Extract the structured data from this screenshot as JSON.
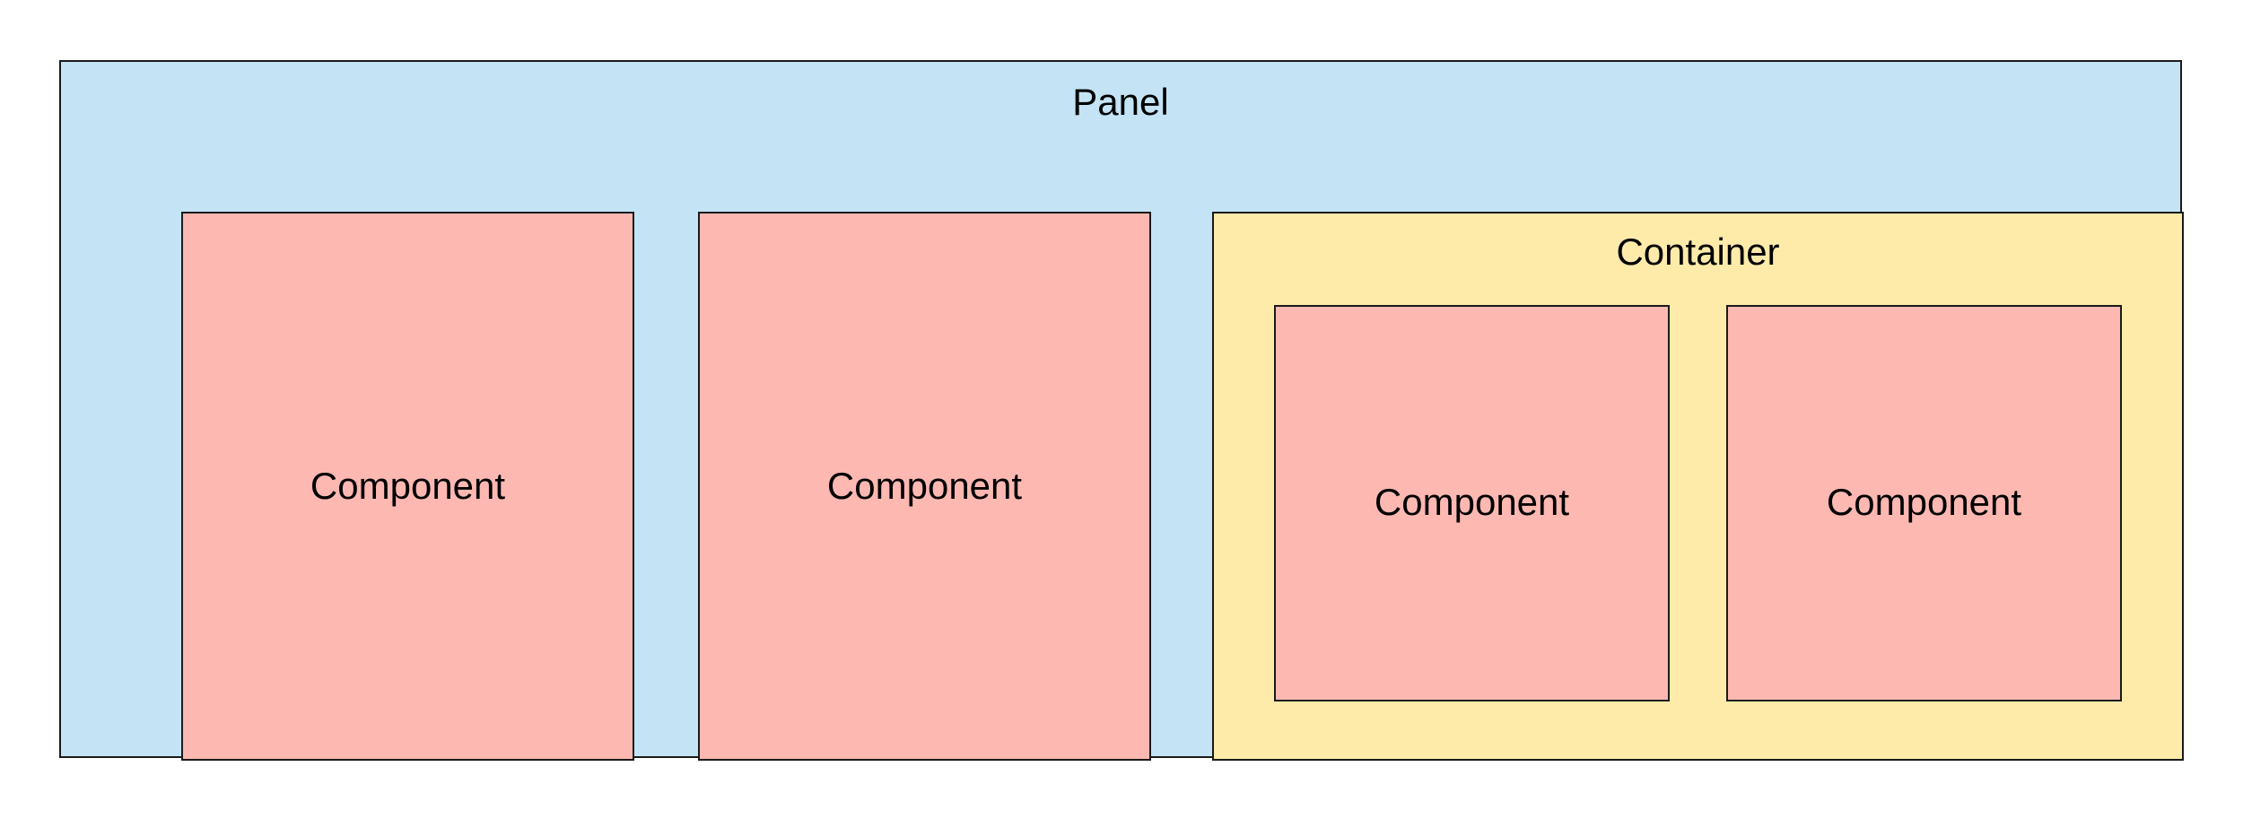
{
  "colors": {
    "panel_fill": "#c4e4f6",
    "container_fill": "#feebaa",
    "component_fill": "#fdb8b2",
    "border": "#1a1a1a"
  },
  "panel": {
    "label": "Panel",
    "components": [
      {
        "label": "Component"
      },
      {
        "label": "Component"
      }
    ],
    "container": {
      "label": "Container",
      "components": [
        {
          "label": "Component"
        },
        {
          "label": "Component"
        }
      ]
    }
  }
}
